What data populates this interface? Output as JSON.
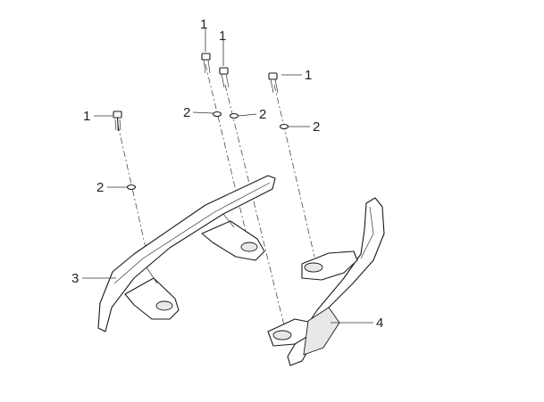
{
  "diagram": {
    "callouts": [
      {
        "id": "c1a",
        "label": "1"
      },
      {
        "id": "c1b",
        "label": "1"
      },
      {
        "id": "c1c",
        "label": "1"
      },
      {
        "id": "c1d",
        "label": "1"
      },
      {
        "id": "c2a",
        "label": "2"
      },
      {
        "id": "c2b",
        "label": "2"
      },
      {
        "id": "c2c",
        "label": "2"
      },
      {
        "id": "c2d",
        "label": "2"
      },
      {
        "id": "c3",
        "label": "3"
      },
      {
        "id": "c4",
        "label": "4"
      }
    ]
  }
}
